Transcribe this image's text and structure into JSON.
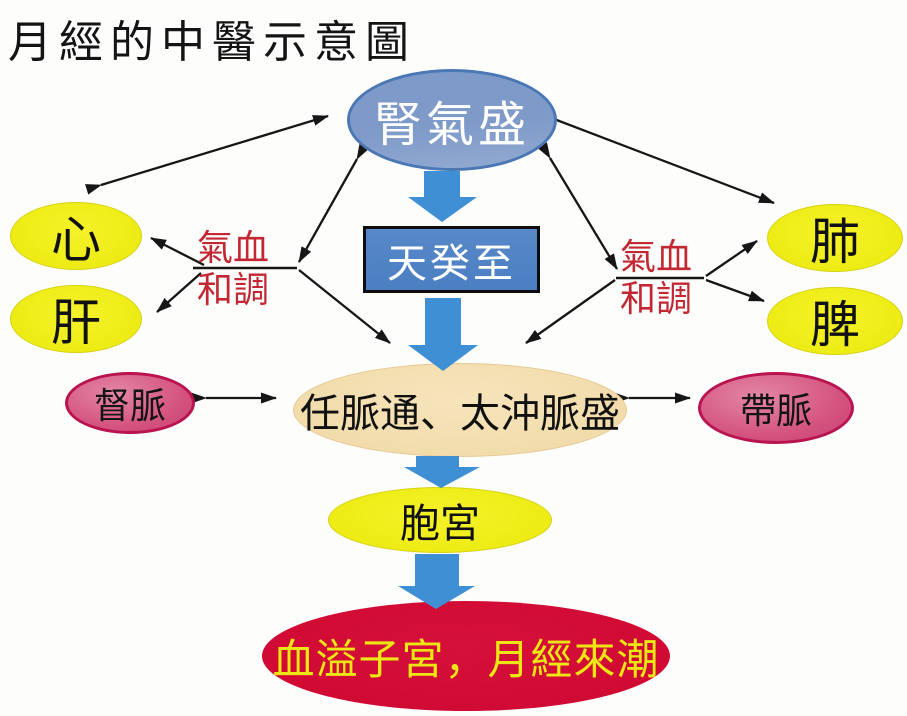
{
  "title": "月經的中醫示意圖",
  "diagram": {
    "nodes": {
      "kidney": {
        "label": "腎氣盛"
      },
      "tiangui": {
        "label": "天癸至"
      },
      "heart": {
        "label": "心"
      },
      "liver": {
        "label": "肝"
      },
      "lung": {
        "label": "肺"
      },
      "spleen": {
        "label": "脾"
      },
      "dumai": {
        "label": "督脈"
      },
      "daimai": {
        "label": "帶脈"
      },
      "renchong": {
        "label": "任脈通、太沖脈盛"
      },
      "baogong": {
        "label": "胞宮"
      },
      "outcome": {
        "label": "血溢子宮，月經來潮"
      }
    },
    "labels": {
      "qixue_left": {
        "line1": "氣血",
        "line2": "和調"
      },
      "qixue_right": {
        "line1": "氣血",
        "line2": "和調"
      }
    }
  },
  "colors": {
    "node_blue_fill": "#7e9ac8",
    "node_blue_border": "#4b78b4",
    "rect_blue_fill": "#4a7fc2",
    "arrow_blue": "#3f8fd4",
    "yellow_fill": "#eeec14",
    "tan_fill": "#f2dcab",
    "pink_fill": "#d4537f",
    "pink_border": "#b91350",
    "red_fill": "#d00a33",
    "red_text": "#c22733",
    "outcome_text": "#ece615",
    "line_black": "#161616"
  }
}
